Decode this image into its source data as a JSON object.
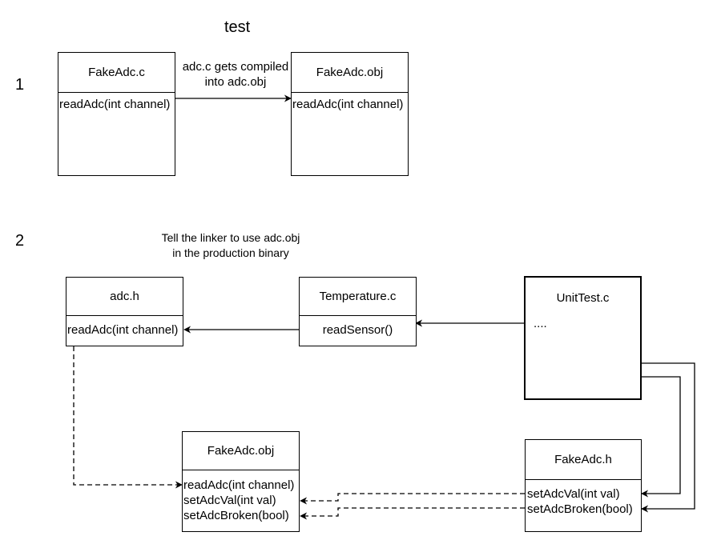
{
  "title": "test",
  "sections": [
    {
      "number": "1",
      "note": "adc.c gets compiled\ninto adc.obj"
    },
    {
      "number": "2",
      "note": "Tell the linker to use adc.obj\nin the production binary"
    }
  ],
  "boxes": {
    "fake_adc_c": {
      "name": "FakeAdc.c",
      "members": [
        "readAdc(int channel)"
      ]
    },
    "fake_adc_obj_top": {
      "name": "FakeAdc.obj",
      "members": [
        "readAdc(int channel)"
      ]
    },
    "adc_h": {
      "name": "adc.h",
      "members": [
        "readAdc(int channel)"
      ]
    },
    "temperature_c": {
      "name": "Temperature.c",
      "members": [
        "readSensor()"
      ]
    },
    "unittest_c": {
      "name": "UnitTest.c",
      "members": [
        "...."
      ]
    },
    "fake_adc_obj": {
      "name": "FakeAdc.obj",
      "members": [
        "readAdc(int channel)",
        "setAdcVal(int val)",
        "setAdcBroken(bool)"
      ]
    },
    "fake_adc_h": {
      "name": "FakeAdc.h",
      "members": [
        "setAdcVal(int val)",
        "setAdcBroken(bool)"
      ]
    }
  }
}
